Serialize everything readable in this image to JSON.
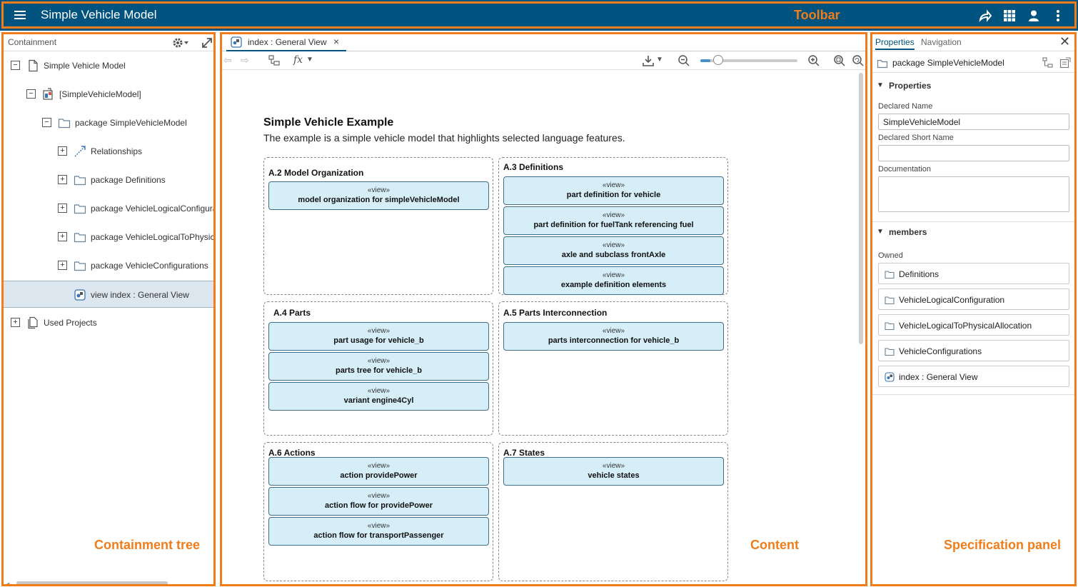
{
  "toolbar": {
    "title": "Simple Vehicle Model",
    "annotation": "Toolbar",
    "icons": [
      "menu-icon",
      "share-icon",
      "grid-icon",
      "user-icon",
      "more-icon"
    ]
  },
  "containment": {
    "title": "Containment",
    "annotation": "Containment tree",
    "items": [
      {
        "label": "Simple Vehicle Model",
        "expander": "−"
      },
      {
        "label": "[SimpleVehicleModel]",
        "expander": "−"
      },
      {
        "label": "package SimpleVehicleModel",
        "expander": "−"
      },
      {
        "label": "Relationships",
        "expander": "+"
      },
      {
        "label": "package Definitions",
        "expander": "+"
      },
      {
        "label": "package VehicleLogicalConfiguration",
        "expander": "+"
      },
      {
        "label": "package VehicleLogicalToPhysicalAllocation",
        "expander": "+"
      },
      {
        "label": "package VehicleConfigurations",
        "expander": "+"
      },
      {
        "label": "view index : General View"
      },
      {
        "label": "Used Projects",
        "expander": "+"
      }
    ]
  },
  "content": {
    "tab_label": "index : General View",
    "tab_close": "×",
    "annotation": "Content",
    "doc_title": "Simple Vehicle Example",
    "doc_description": "The example is a simple vehicle model that highlights selected language features.",
    "stereotype": "«view»",
    "frames": [
      {
        "title": "A.2 Model Organization",
        "views": [
          "model organization for simpleVehicleModel"
        ]
      },
      {
        "title": "A.3 Definitions",
        "views": [
          "part definition for vehicle",
          "part definition for fuelTank referencing fuel",
          "axle and subclass frontAxle",
          "example definition elements"
        ]
      },
      {
        "title": "A.4 Parts",
        "views": [
          "part usage for vehicle_b",
          "parts tree for vehicle_b",
          "variant engine4Cyl"
        ]
      },
      {
        "title": "A.5 Parts Interconnection",
        "views": [
          "parts interconnection for vehicle_b"
        ]
      },
      {
        "title": "A.6 Actions",
        "views": [
          "action providePower",
          "action flow for providePower",
          "action flow for transportPassenger"
        ]
      },
      {
        "title": "A.7 States",
        "views": [
          "vehicle states"
        ]
      }
    ],
    "zoom_fraction": 0.1
  },
  "spec": {
    "tab_properties": "Properties",
    "tab_navigation": "Navigation",
    "close": "✕",
    "element": "package SimpleVehicleModel",
    "section_properties": "Properties",
    "declared_name_label": "Declared Name",
    "declared_name_value": "SimpleVehicleModel",
    "declared_short_name_label": "Declared Short Name",
    "declared_short_name_value": "",
    "documentation_label": "Documentation",
    "documentation_value": "",
    "section_members": "members",
    "owned_label": "Owned",
    "owned": [
      {
        "label": "Definitions",
        "icon": "folder-icon"
      },
      {
        "label": "VehicleLogicalConfiguration",
        "icon": "folder-icon"
      },
      {
        "label": "VehicleLogicalToPhysicalAllocation",
        "icon": "folder-icon"
      },
      {
        "label": "VehicleConfigurations",
        "icon": "folder-icon"
      },
      {
        "label": "index : General View",
        "icon": "view-icon"
      }
    ],
    "annotation": "Specification panel"
  }
}
